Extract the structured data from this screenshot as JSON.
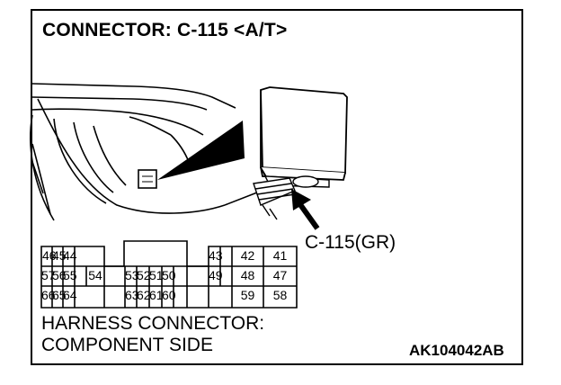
{
  "diagram": {
    "title": "CONNECTOR: C-115 <A/T>",
    "connector_callout": "C-115(GR)",
    "pins": {
      "p46": "46",
      "p45": "45",
      "p44": "44",
      "p43": "43",
      "p42": "42",
      "p41": "41",
      "p57": "57",
      "p56": "56",
      "p55": "55",
      "p54": "54",
      "p53": "53",
      "p52": "52",
      "p51": "51",
      "p50": "50",
      "p49": "49",
      "p48": "48",
      "p47": "47",
      "p66": "66",
      "p65": "65",
      "p64": "64",
      "p63": "63",
      "p62": "62",
      "p61": "61",
      "p60": "60",
      "p59": "59",
      "p58": "58"
    },
    "side_line1": "HARNESS CONNECTOR:",
    "side_line2": "COMPONENT SIDE",
    "figure_code": "AK104042AB"
  }
}
